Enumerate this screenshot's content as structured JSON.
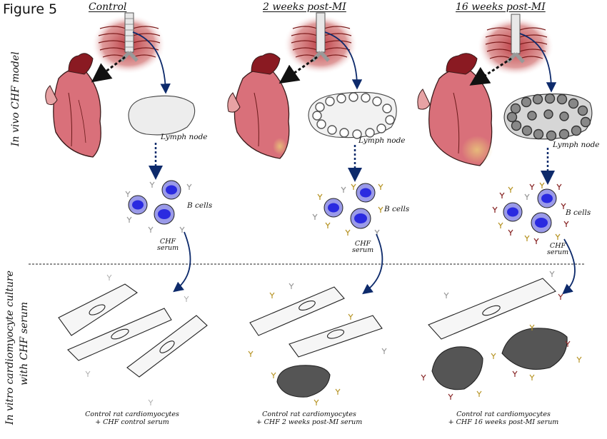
{
  "figure": {
    "title": "Figure 5",
    "columns": [
      {
        "heading": "Control",
        "lymph_label": "Lymph node",
        "bcell_label": "B cells",
        "serum_label_1": "CHF",
        "serum_label_2": "serum",
        "caption_1": "Control rat cardiomyocytes",
        "caption_2": "+ CHF control serum"
      },
      {
        "heading": "2 weeks post-MI",
        "lymph_label": "Lymph node",
        "bcell_label": "B cells",
        "serum_label_1": "CHF",
        "serum_label_2": "serum",
        "caption_1": "Control rat cardiomyocytes",
        "caption_2": "+ CHF 2 weeks post-MI serum"
      },
      {
        "heading": "16 weeks post-MI",
        "lymph_label": "Lymph node",
        "bcell_label": "B cells",
        "serum_label_1": "CHF",
        "serum_label_2": "serum",
        "caption_1": "Control rat cardiomyocytes",
        "caption_2": "+ CHF 16 weeks post-MI serum"
      }
    ],
    "row_labels": {
      "in_vivo": "In vivo CHF model",
      "in_vitro_1": "In vitro cardiomyocyte culture",
      "in_vitro_2": "with CHF serum"
    },
    "colors": {
      "heart": "#d9707a",
      "heart_dark": "#8a1a22",
      "ribcage_glow": "#b8323a",
      "bcell_fill": "#2a2ae0",
      "bcell_ring": "#9a9ae8",
      "arrow": "#0d2a6b",
      "antibody_gold": "#b8962a",
      "antibody_red": "#8a2a2a",
      "antibody_grey": "#9a9a9a",
      "damaged_cell": "#555555"
    }
  }
}
